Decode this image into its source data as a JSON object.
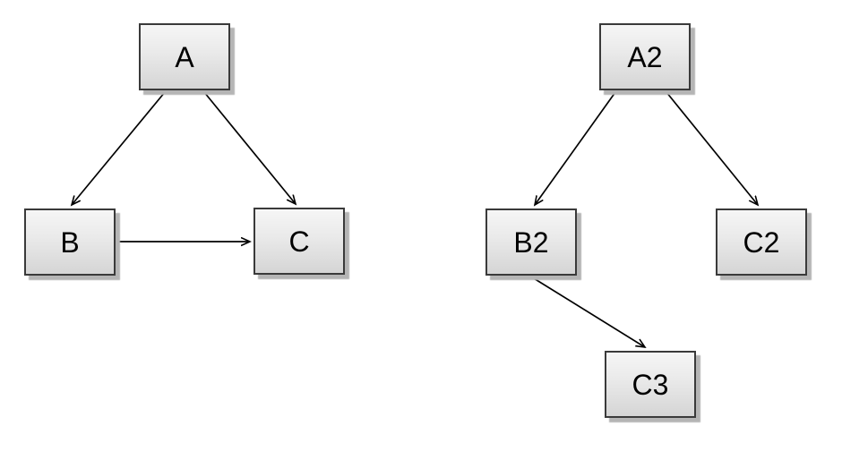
{
  "canvas": {
    "background_color": "#ffffff",
    "node_border_color": "#3a3a3a",
    "node_fill_top": "#f6f6f6",
    "node_fill_bottom": "#d5d5d5",
    "node_shadow_color": "#b5b5b5",
    "edge_color": "#000000"
  },
  "graphs": {
    "left": {
      "name": "left-graph",
      "nodes": {
        "a": {
          "label": "A"
        },
        "b": {
          "label": "B"
        },
        "c": {
          "label": "C"
        }
      },
      "edges": [
        {
          "from": "A",
          "to": "B"
        },
        {
          "from": "A",
          "to": "C"
        },
        {
          "from": "B",
          "to": "C"
        }
      ]
    },
    "right": {
      "name": "right-graph",
      "nodes": {
        "a2": {
          "label": "A2"
        },
        "b2": {
          "label": "B2"
        },
        "c2": {
          "label": "C2"
        },
        "c3": {
          "label": "C3"
        }
      },
      "edges": [
        {
          "from": "A2",
          "to": "B2"
        },
        {
          "from": "A2",
          "to": "C2"
        },
        {
          "from": "B2",
          "to": "C3"
        }
      ]
    }
  }
}
